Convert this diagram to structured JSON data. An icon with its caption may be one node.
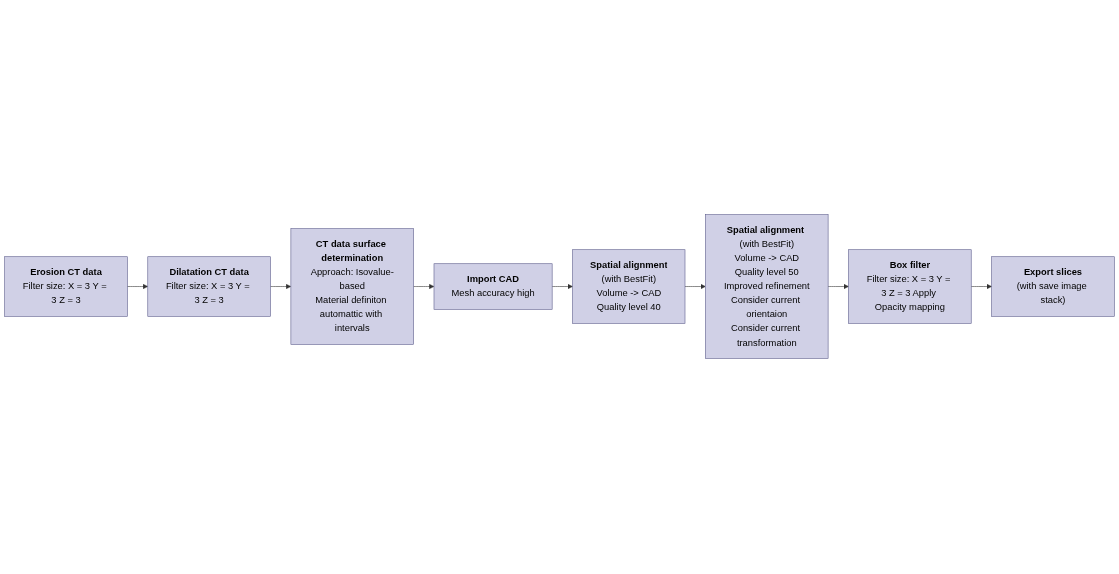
{
  "diagram": {
    "nodes": [
      {
        "text": [
          "Erosion CT data",
          "Filter size: X = 3 Y = 3 Z = 3"
        ]
      },
      {
        "text": [
          "Dilatation CT data",
          "Filter size: X = 3 Y = 3 Z = 3"
        ]
      },
      {
        "text": [
          "CT data surface determination",
          "Approach: Isovalue-based",
          "Material definiton automattic with intervals"
        ]
      },
      {
        "text": [
          "Import CAD",
          "Mesh accuracy high"
        ]
      },
      {
        "text": [
          "Spatial alignment",
          "(with BestFit)",
          "Volume -> CAD",
          "Quality level 40"
        ]
      },
      {
        "text": [
          "Spatial alignment",
          "(with BestFit)",
          "Volume -> CAD",
          "Quality level 50",
          "Improved refinement",
          "Consider current orientaion",
          "Consider current transformation"
        ]
      },
      {
        "text": [
          "Box filter",
          "Filter size: X = 3 Y = 3 Z = 3 Apply Opacity mapping"
        ]
      },
      {
        "text": [
          "Export slices",
          "(with save image stack)"
        ]
      }
    ],
    "edges": [
      {
        "from": 0,
        "to": 1,
        "arrow": "to"
      },
      {
        "from": 1,
        "to": 2,
        "arrow": "to"
      },
      {
        "from": 2,
        "to": 3,
        "arrow": "to"
      },
      {
        "from": 3,
        "to": 4,
        "arrow": "to"
      },
      {
        "from": 4,
        "to": 5,
        "arrow": "to"
      },
      {
        "from": 5,
        "to": 6,
        "arrow": "to"
      },
      {
        "from": 6,
        "to": 7,
        "arrow": "to"
      }
    ]
  }
}
